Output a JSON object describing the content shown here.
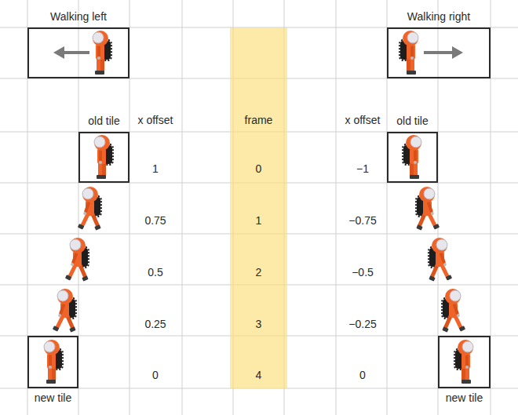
{
  "diagram": {
    "nodes": [
      {
        "text": [
          "Walking left"
        ]
      },
      {
        "text": [
          "Walking right"
        ]
      },
      {
        "text": [
          "old tile"
        ]
      },
      {
        "text": [
          "frame",
          "0",
          "1",
          "2",
          "3",
          "4"
        ]
      },
      {
        "text": [
          "old tile"
        ]
      },
      {
        "text": [
          "new tile"
        ]
      },
      {
        "text": [
          "new tile"
        ]
      }
    ],
    "labels": [
      "x offset",
      "x offset",
      "1",
      "−1",
      "0.75",
      "−0.75",
      "0.5",
      "−0.5",
      "0.25",
      "−0.25",
      "0",
      "0"
    ]
  }
}
